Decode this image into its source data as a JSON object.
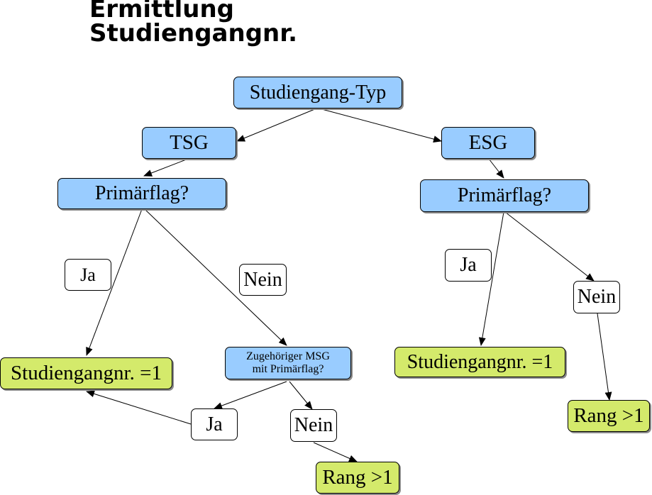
{
  "title": {
    "line1": "Ermittlung",
    "line2": "Studiengangnr."
  },
  "nodes": {
    "root": "Studiengang-Typ",
    "tsg": "TSG",
    "esg": "ESG",
    "primaerflag_left": "Primärflag?",
    "primaerflag_right": "Primärflag?",
    "ja_left": "Ja",
    "nein_left": "Nein",
    "ja_right": "Ja",
    "nein_right": "Nein",
    "studiengangnr_left": "Studiengangnr. =1",
    "msg_question_line1": "Zugehöriger MSG",
    "msg_question_line2": "mit Primärflag?",
    "studiengangnr_right": "Studiengangnr. =1",
    "ja_bottom": "Ja",
    "nein_bottom": "Nein",
    "rang_bottom": "Rang >1",
    "rang_right": "Rang >1"
  },
  "colors": {
    "question": "#99ccff",
    "result": "#d4ea6b",
    "answer": "#ffffff"
  }
}
